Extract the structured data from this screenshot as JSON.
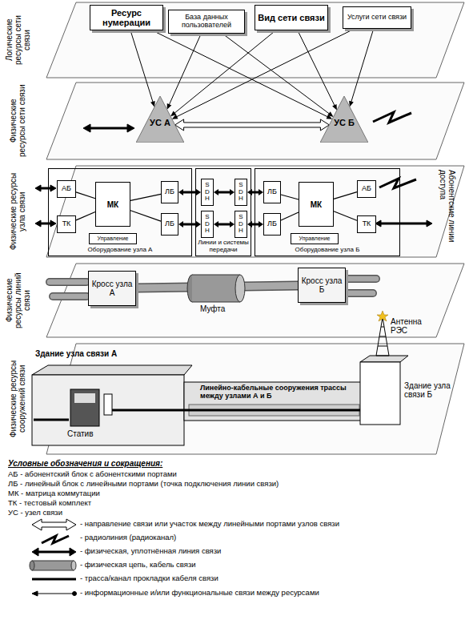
{
  "diagram": {
    "nodes": [
      {
        "text": [
          "Логические ресурсы сети связи"
        ]
      },
      {
        "text": [
          "Ресурс нумерации"
        ],
        "in": 0
      },
      {
        "text": [
          "База данных пользователей"
        ],
        "in": 0
      },
      {
        "text": [
          "Вид сети связи"
        ],
        "in": 0
      },
      {
        "text": [
          "Услуги сети связи"
        ],
        "in": 0
      },
      {
        "text": [
          "Физические ресурсы сети связи"
        ]
      },
      {
        "text": [
          "УС А"
        ],
        "in": 5
      },
      {
        "text": [
          "УС Б"
        ],
        "in": 5
      },
      {
        "text": [
          "Физические ресурсы узла связи"
        ]
      },
      {
        "text": [
          "Оборудование узла А"
        ],
        "in": 8
      },
      {
        "text": [
          "АБ"
        ],
        "in": 9
      },
      {
        "text": [
          "ТК"
        ],
        "in": 9
      },
      {
        "text": [
          "МК"
        ],
        "in": 9
      },
      {
        "text": [
          "ЛБ"
        ],
        "in": 9
      },
      {
        "text": [
          "ЛБ"
        ],
        "in": 9
      },
      {
        "text": [
          "Управление"
        ],
        "in": 9
      },
      {
        "text": [
          "Линии и системы передачи"
        ],
        "in": 8
      },
      {
        "text": [
          "SDH"
        ],
        "in": 16
      },
      {
        "text": [
          "SDH"
        ],
        "in": 16
      },
      {
        "text": [
          "SDH"
        ],
        "in": 16
      },
      {
        "text": [
          "SDH"
        ],
        "in": 16
      },
      {
        "text": [
          "Оборудование узла Б"
        ],
        "in": 8
      },
      {
        "text": [
          "ЛБ"
        ],
        "in": 21
      },
      {
        "text": [
          "ЛБ"
        ],
        "in": 21
      },
      {
        "text": [
          "МК"
        ],
        "in": 21
      },
      {
        "text": [
          "АБ"
        ],
        "in": 21
      },
      {
        "text": [
          "ТК"
        ],
        "in": 21
      },
      {
        "text": [
          "Управление"
        ],
        "in": 21
      },
      {
        "text": [
          "Физические ресурсы линий связи"
        ]
      },
      {
        "text": [
          "Кросс узла А"
        ],
        "in": 28
      },
      {
        "text": [
          "Кросс узла Б"
        ],
        "in": 28
      },
      {
        "text": [
          "Физические ресурсы сооружений связи"
        ]
      }
    ],
    "edges": [
      {
        "from": 1,
        "to": 6,
        "arrow": "to"
      },
      {
        "from": 1,
        "to": 7,
        "arrow": "to"
      },
      {
        "from": 2,
        "to": 6,
        "arrow": "to"
      },
      {
        "from": 2,
        "to": 7,
        "arrow": "to"
      },
      {
        "from": 3,
        "to": 6,
        "arrow": "to"
      },
      {
        "from": 3,
        "to": 7,
        "arrow": "to"
      },
      {
        "from": 4,
        "to": 6,
        "arrow": "to"
      },
      {
        "from": 4,
        "to": 7,
        "arrow": "to"
      },
      {
        "from": 6,
        "to": 7,
        "arrow": "both"
      },
      {
        "from": 10,
        "to": 12,
        "arrow": "none"
      },
      {
        "from": 11,
        "to": 12,
        "arrow": "none"
      },
      {
        "from": 12,
        "to": 13,
        "arrow": "none"
      },
      {
        "from": 12,
        "to": 14,
        "arrow": "none"
      },
      {
        "from": 13,
        "to": 17,
        "arrow": "both"
      },
      {
        "from": 17,
        "to": 18,
        "arrow": "both"
      },
      {
        "from": 18,
        "to": 22,
        "arrow": "both"
      },
      {
        "from": 14,
        "to": 19,
        "arrow": "both"
      },
      {
        "from": 19,
        "to": 20,
        "arrow": "both"
      },
      {
        "from": 20,
        "to": 23,
        "arrow": "both"
      },
      {
        "from": 22,
        "to": 24,
        "arrow": "none"
      },
      {
        "from": 23,
        "to": 24,
        "arrow": "none"
      },
      {
        "from": 24,
        "to": 25,
        "arrow": "none"
      },
      {
        "from": 24,
        "to": 26,
        "arrow": "none"
      },
      {
        "from": 29,
        "to": 30,
        "arrow": "none"
      }
    ],
    "labels": [
      "Абонентские линии доступа",
      "Муфта",
      "Антенна РЭС",
      "Здание узла связи А",
      "Статив",
      "Линейно-кабельные сооружения трассы между узлами А и Б",
      "Здание узла связи Б",
      "Условные обозначения и сокращения:"
    ],
    "legend": [
      {
        "text": "АБ - абонентский блок с абонентскими портами"
      },
      {
        "text": "ЛБ - линейный блок с линейными портами (точка подключения линии связи)"
      },
      {
        "text": "МК - матрица коммутации"
      },
      {
        "text": "ТК - тестовый комплект"
      },
      {
        "text": "УС - узел связи"
      },
      {
        "text": "- направление связи или участок между линейными портами узлов связи"
      },
      {
        "text": "- радиолиния (радиоканал)"
      },
      {
        "text": "- физическая, уплотнённая линия связи"
      },
      {
        "text": "- физическая цепь, кабель связи"
      },
      {
        "text": "- трасса/канал прокладки кабеля связи"
      },
      {
        "text": "- информационные и/или функциональные связи между ресурсами"
      }
    ]
  }
}
